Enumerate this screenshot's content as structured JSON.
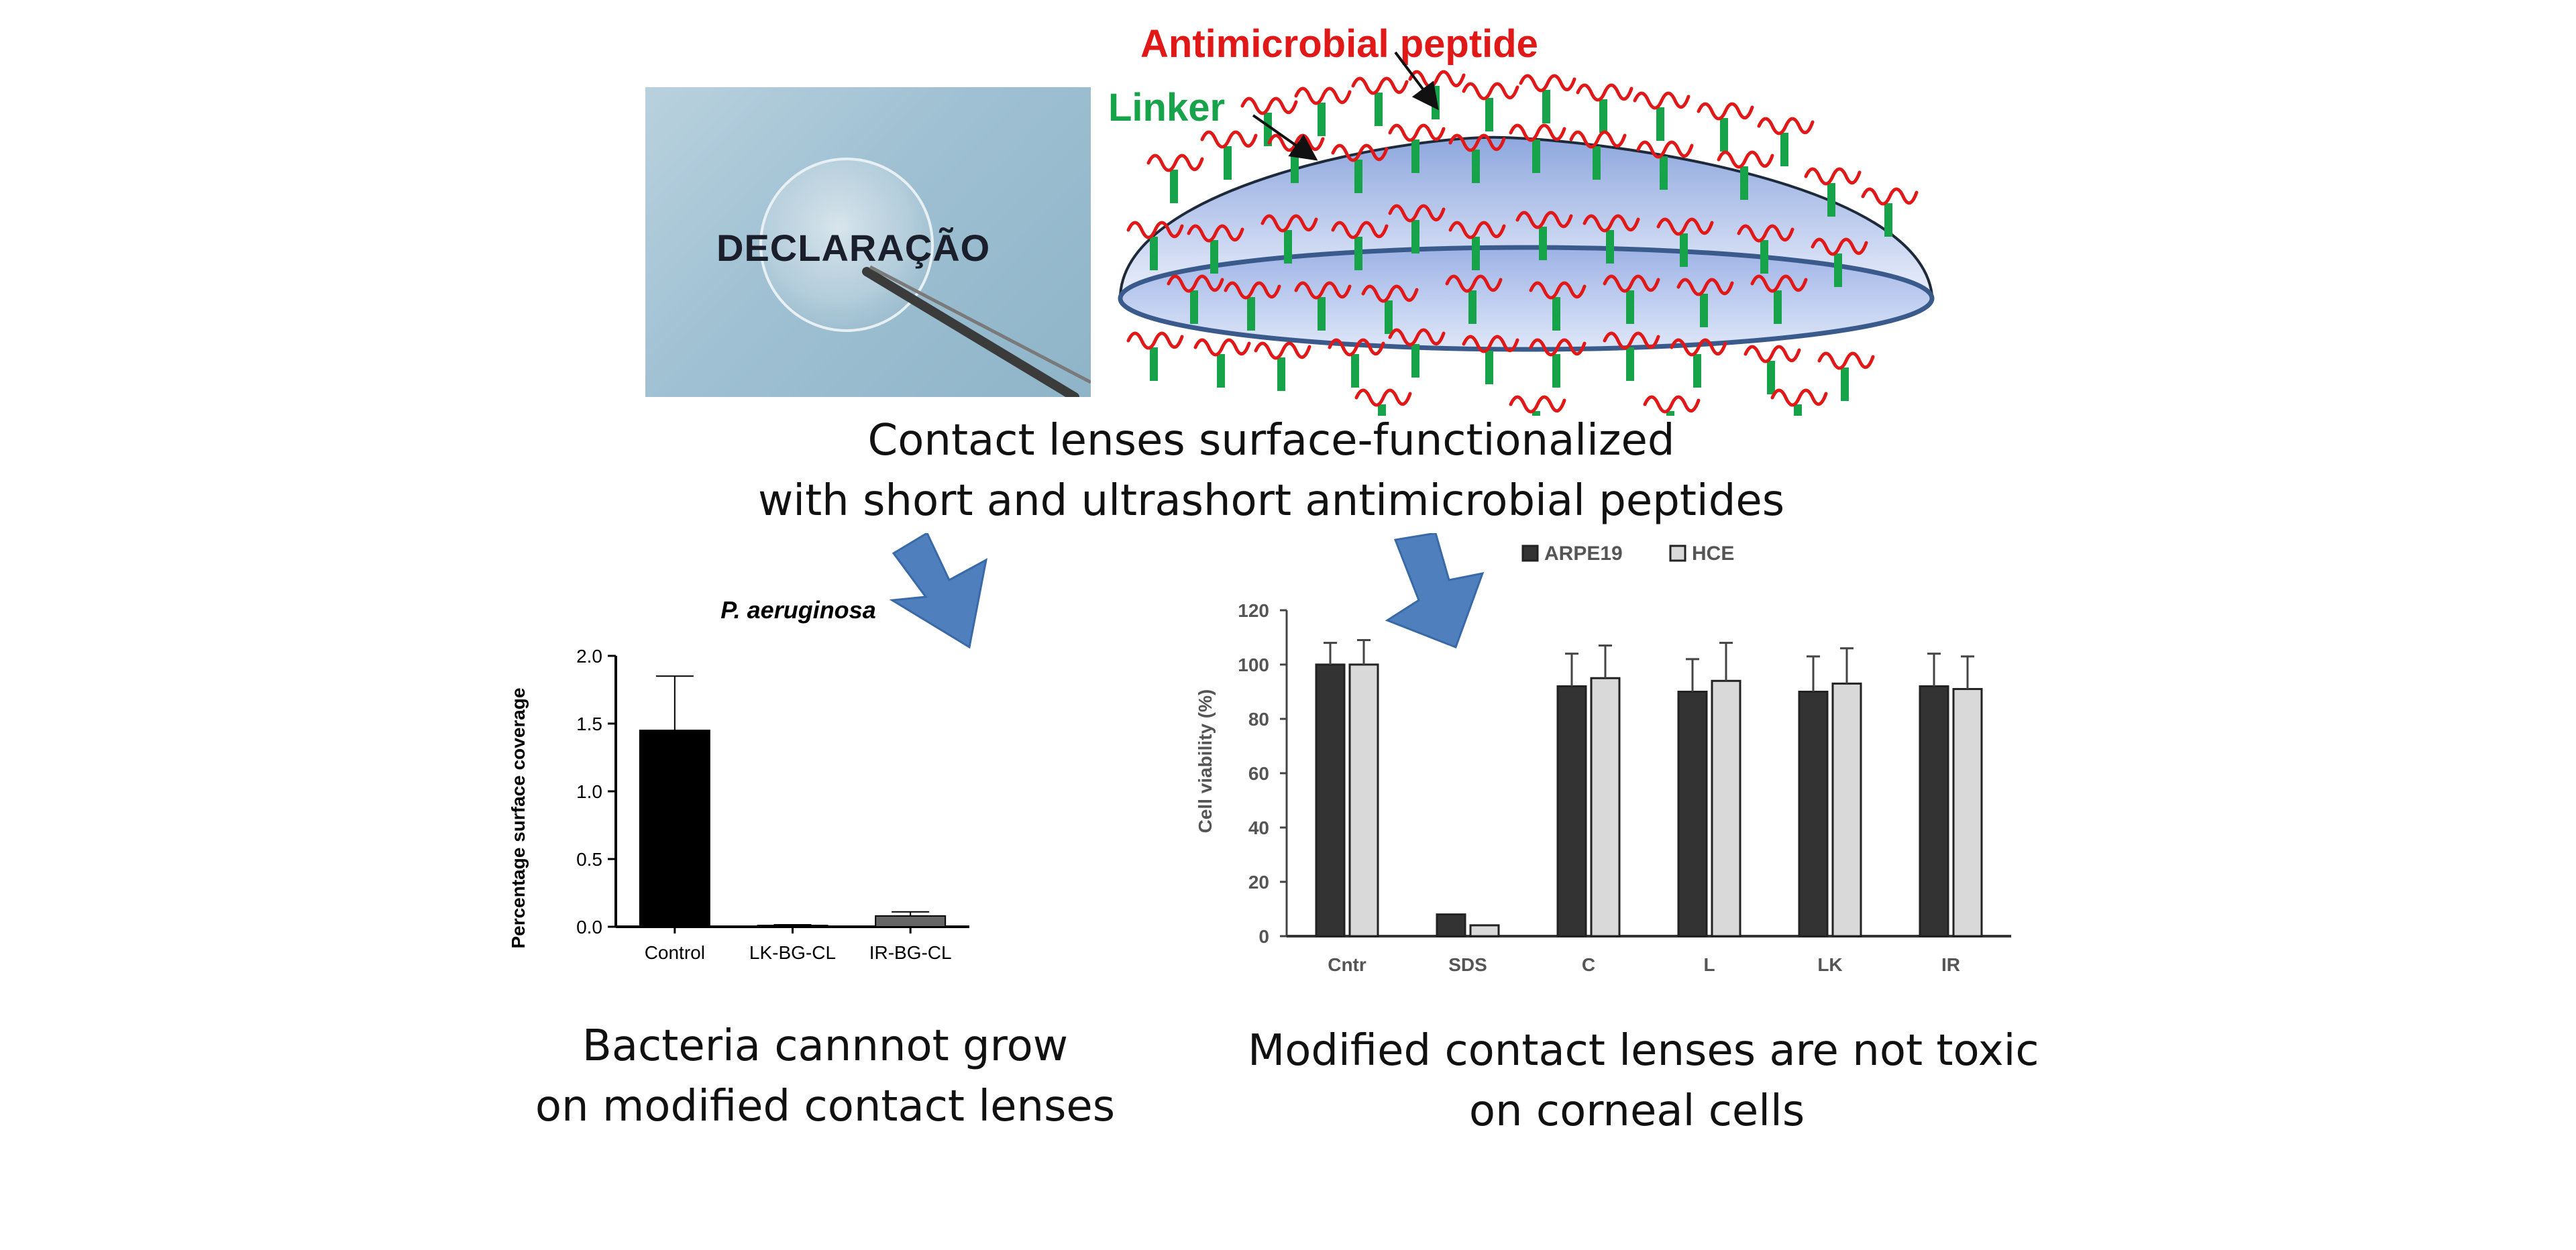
{
  "schematic": {
    "peptide_label": "Antimicrobial peptide",
    "linker_label": "Linker",
    "photo_text": "DECLARAÇÃO",
    "colors": {
      "peptide": "#e01818",
      "linker": "#17a34a",
      "lens_fill": "#c9d6f3",
      "lens_edge": "#3a5a8c",
      "arrow": "#4f7fbd"
    }
  },
  "captions": {
    "top": [
      "Contact lenses surface-functionalized",
      "with short and ultrashort antimicrobial peptides"
    ],
    "left": [
      "Bacteria cannnot grow",
      "on modified contact lenses"
    ],
    "right": [
      "Modified contact lenses are not toxic",
      "on corneal cells"
    ]
  },
  "chart_data": [
    {
      "type": "bar",
      "title": "P. aeruginosa",
      "xlabel": "",
      "ylabel": "Percentage surface coverage",
      "categories": [
        "Control",
        "LK-BG-CL",
        "IR-BG-CL"
      ],
      "values": [
        1.45,
        0.01,
        0.08
      ],
      "errors": [
        0.4,
        0.005,
        0.03
      ],
      "ylim": [
        0,
        2.0
      ],
      "yticks": [
        "0.0",
        "0.5",
        "1.0",
        "1.5",
        "2.0"
      ],
      "bar_colors": [
        "#000000",
        "#222222",
        "#666666"
      ]
    },
    {
      "type": "bar",
      "title": "",
      "xlabel": "",
      "ylabel": "Cell viability (%)",
      "categories": [
        "Cntr",
        "SDS",
        "C",
        "L",
        "LK",
        "IR"
      ],
      "series": [
        {
          "name": "ARPE19",
          "values": [
            100,
            8,
            92,
            90,
            90,
            92
          ],
          "errors": [
            8,
            0,
            12,
            12,
            13,
            12
          ],
          "color": "#333333"
        },
        {
          "name": "HCE",
          "values": [
            100,
            4,
            95,
            94,
            93,
            91
          ],
          "errors": [
            9,
            0,
            12,
            14,
            13,
            12
          ],
          "color": "#d9d9d9"
        }
      ],
      "ylim": [
        0,
        120
      ],
      "yticks": [
        "0",
        "20",
        "40",
        "60",
        "80",
        "100",
        "120"
      ],
      "legend": "top"
    }
  ]
}
